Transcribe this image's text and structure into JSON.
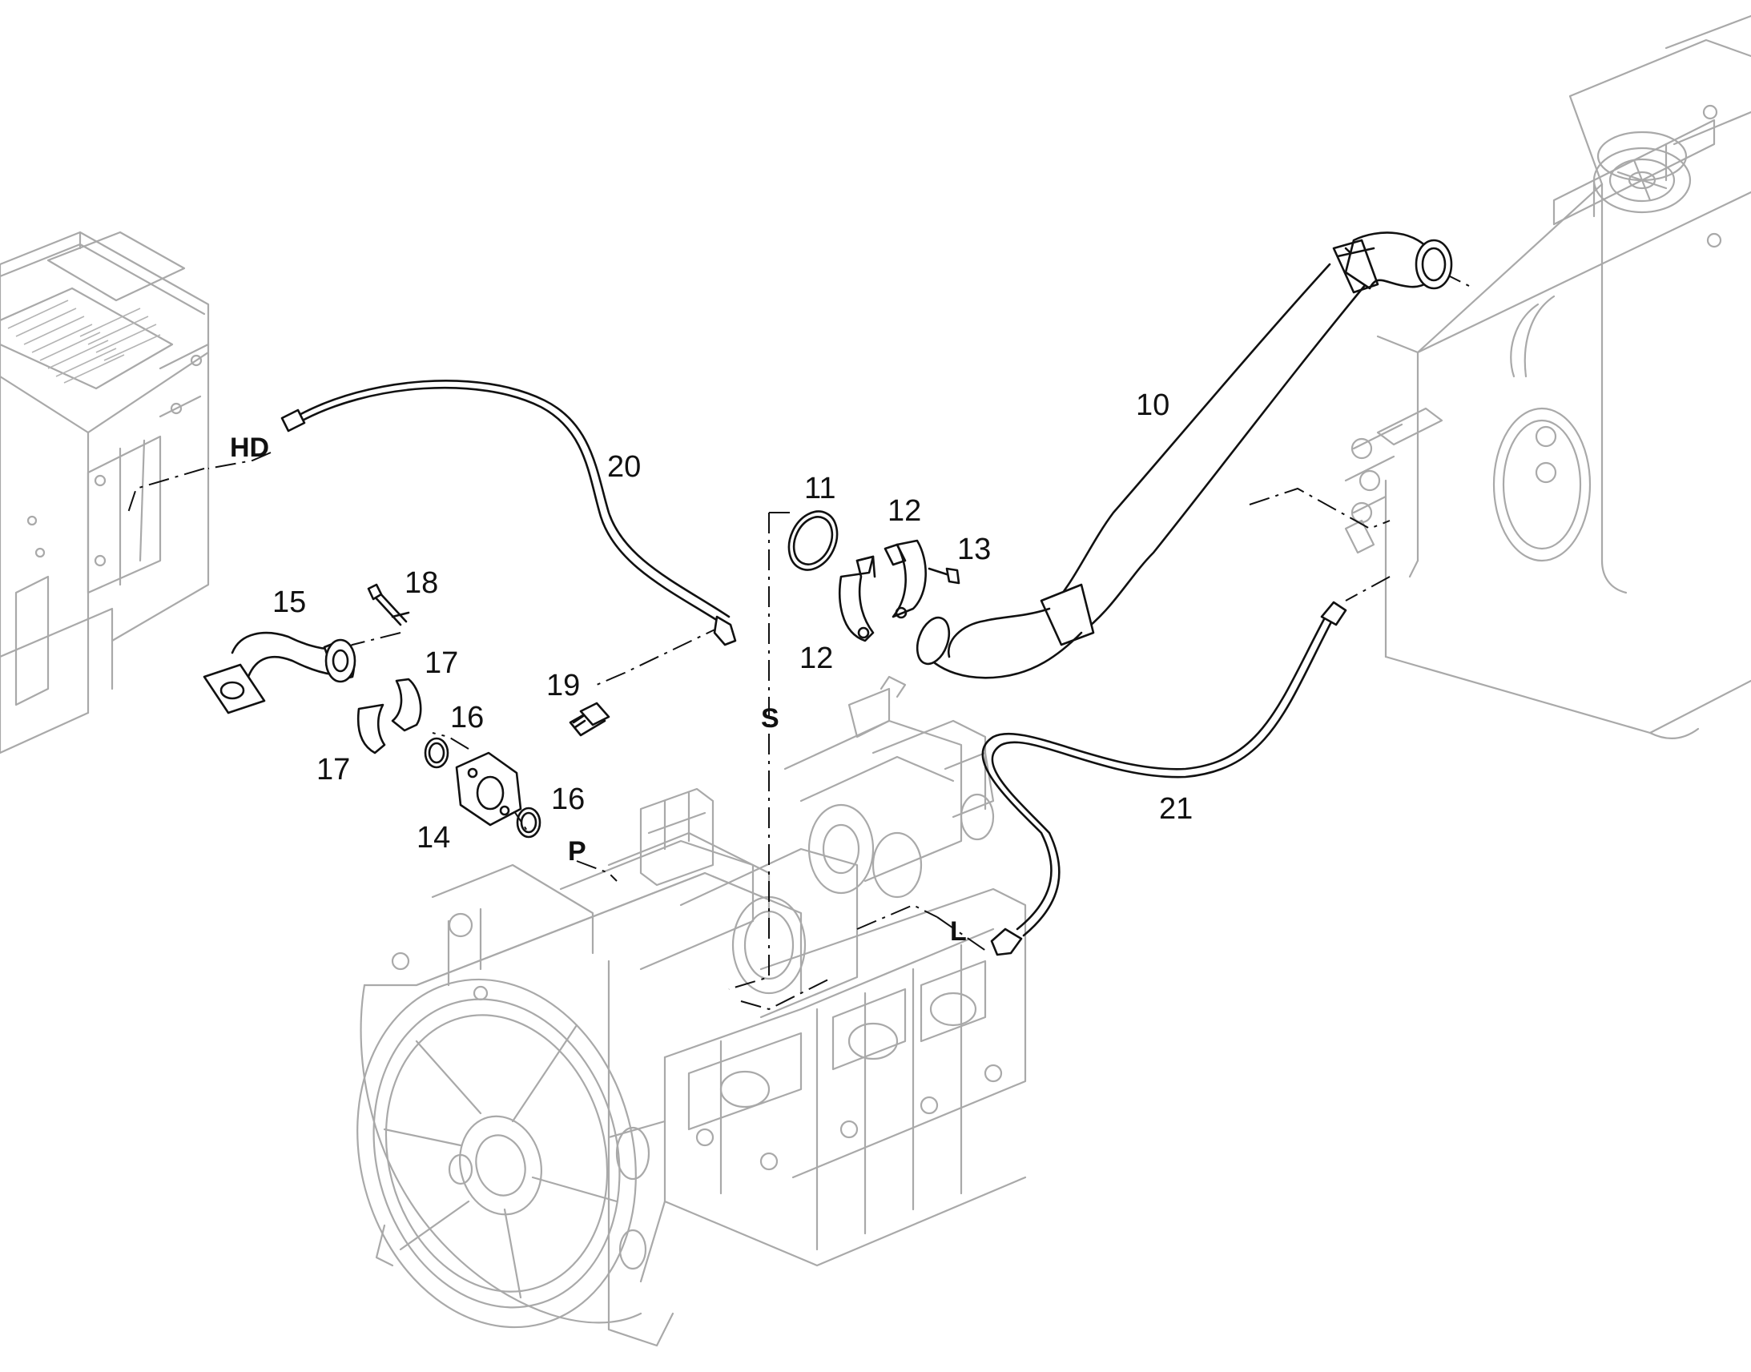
{
  "labels": {
    "p10": "10",
    "p11": "11",
    "p12a": "12",
    "p12b": "12",
    "p13": "13",
    "p14": "14",
    "p15": "15",
    "p16a": "16",
    "p16b": "16",
    "p17a": "17",
    "p17b": "17",
    "p18": "18",
    "p19": "19",
    "p20": "20",
    "p21": "21",
    "port_hd": "HD",
    "port_s": "S",
    "port_p": "P",
    "port_l": "L"
  },
  "colors": {
    "parts": "#111111",
    "background_assemblies": "#a9a9a9"
  }
}
